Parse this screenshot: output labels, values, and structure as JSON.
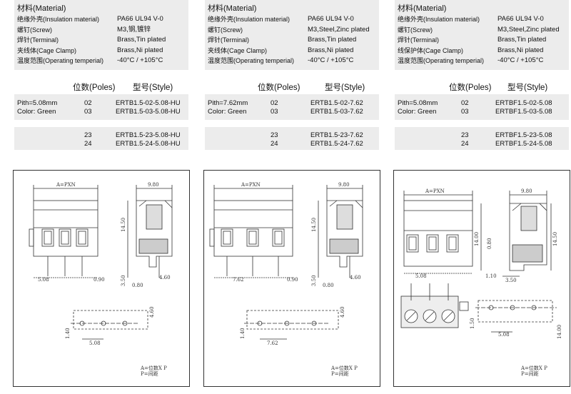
{
  "columns": [
    {
      "material_title": "材料(Material)",
      "materials": [
        {
          "k": "绝缘外壳(Insulation material)",
          "v": "PA66 UL94 V-0"
        },
        {
          "k": "螺钉(Screw)",
          "v": "M3,钢,镀锌"
        },
        {
          "k": "焊针(Terminal)",
          "v": "Brass,Tin plated"
        },
        {
          "k": "夹线体(Cage Clamp)",
          "v": "Brass,Ni plated"
        },
        {
          "k": "温度范围(Operating temperial)",
          "v": "-40°C / +105°C"
        }
      ],
      "header_poles": "位数(Poles)",
      "header_style": "型号(Style)",
      "pitch": "Pith=5.08mm",
      "color": "Color: Green",
      "rows": [
        {
          "poles": "02",
          "style": "ERTB1.5-02-5.08-HU"
        },
        {
          "poles": "03",
          "style": "ERTB1.5-03-5.08-HU"
        },
        {
          "poles": "23",
          "style": "ERTB1.5-23-5.08-HU"
        },
        {
          "poles": "24",
          "style": "ERTB1.5-24-5.08-HU"
        }
      ],
      "drawing": {
        "dim_a": "A=PXN",
        "dim_width": "9.80",
        "dim_height": "14.50",
        "dim_pitch": "5.08",
        "dim_pin": "0.90",
        "dim_base": "3.50",
        "dim_foot": "4.60",
        "dim_pin2": "0.80",
        "dim_hole_h": "4.60",
        "dim_hole_y": "1.40",
        "dim_hole_pitch": "5.08"
      }
    },
    {
      "material_title": "材料(Material)",
      "materials": [
        {
          "k": "绝缘外壳(Insulation material)",
          "v": "PA66 UL94 V-0"
        },
        {
          "k": "螺钉(Screw)",
          "v": "M3,Steel,Zinc plated"
        },
        {
          "k": "焊针(Terminal)",
          "v": "Brass,Tin plated"
        },
        {
          "k": "夹线体(Cage Clamp)",
          "v": "Brass,Ni plated"
        },
        {
          "k": "温度范围(Operating temperial)",
          "v": "-40°C / +105°C"
        }
      ],
      "header_poles": "位数(Poles)",
      "header_style": "型号(Style)",
      "pitch": "Pith=7.62mm",
      "color": "Color: Green",
      "rows": [
        {
          "poles": "02",
          "style": "ERTB1.5-02-7.62"
        },
        {
          "poles": "03",
          "style": "ERTB1.5-03-7.62"
        },
        {
          "poles": "23",
          "style": "ERTB1.5-23-7.62"
        },
        {
          "poles": "24",
          "style": "ERTB1.5-24-7.62"
        }
      ],
      "drawing": {
        "dim_a": "A=PXN",
        "dim_width": "9.80",
        "dim_height": "14.50",
        "dim_pitch": "7.62",
        "dim_pin": "0.90",
        "dim_base": "3.50",
        "dim_foot": "4.60",
        "dim_pin2": "0.80",
        "dim_hole_h": "4.60",
        "dim_hole_y": "1.40",
        "dim_hole_pitch": "7.62"
      }
    },
    {
      "material_title": "材料(Material)",
      "materials": [
        {
          "k": "绝缘外壳(Insulation material)",
          "v": "PA66 UL94 V-0"
        },
        {
          "k": "螺钉(Screw)",
          "v": "M3,Steel,Zinc plated"
        },
        {
          "k": "焊针(Terminal)",
          "v": "Brass,Tin plated"
        },
        {
          "k": "线保护体(Cage Clamp)",
          "v": "Brass,Ni plated"
        },
        {
          "k": "温度范围(Operating temperial)",
          "v": "-40°C / +105°C"
        }
      ],
      "header_poles": "位数(Poles)",
      "header_style": "型号(Style)",
      "pitch": "Pith=5.08mm",
      "color": "Color: Green",
      "rows": [
        {
          "poles": "02",
          "style": "ERTBF1.5-02-5.08"
        },
        {
          "poles": "03",
          "style": "ERTBF1.5-03-5.08"
        },
        {
          "poles": "23",
          "style": "ERTBF1.5-23-5.08"
        },
        {
          "poles": "24",
          "style": "ERTBF1.5-24-5.08"
        }
      ],
      "drawing": {
        "dim_a": "A=PXN",
        "dim_width": "9.80",
        "dim_height": "14.50",
        "dim_pitch": "5.08",
        "dim_pin": "1.10",
        "dim_base": "3.50",
        "dim_h2": "14.00",
        "dim_pin2": "0.80",
        "dim_hole_h": "1.50",
        "dim_hole_pitch": "5.08",
        "dim_hole_total": "14.00"
      }
    }
  ],
  "footnote": {
    "line1": "A=位数X P",
    "line2": "P=间距"
  }
}
